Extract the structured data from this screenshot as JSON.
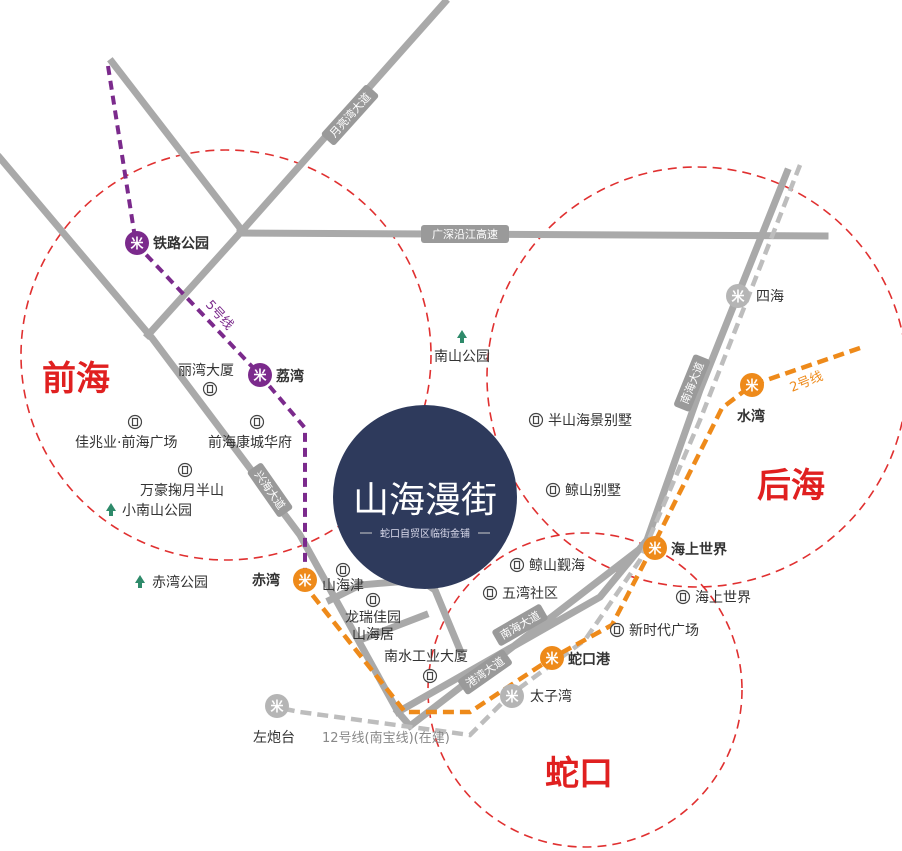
{
  "colors": {
    "line5": "#7b2a8c",
    "line2": "#ee8a1a",
    "line12": "#b5b5b5",
    "road": "#a9a9a9",
    "zone_circle": "#e03030",
    "brand_circle": "#2e3a5c",
    "park": "#2e8a6a",
    "region": "#e02020"
  },
  "regions": [
    "前海",
    "后海",
    "蛇口"
  ],
  "brand": {
    "title": "山海漫街",
    "subtitle": "蛇口自贸区临街金铺"
  },
  "roads": [
    "月亮湾大道",
    "广深沿江高速",
    "兴海大道",
    "南海大道",
    "南海大道",
    "港湾大道"
  ],
  "lines": {
    "line5": "5号线",
    "line2": "2号线",
    "line12": "12号线(南宝线)(在建)"
  },
  "stations": {
    "purple": [
      "铁路公园",
      "荔湾"
    ],
    "orange": [
      "赤湾",
      "蛇口港",
      "海上世界",
      "水湾"
    ],
    "gray": [
      "四海",
      "太子湾",
      "左炮台"
    ]
  },
  "pois": [
    "丽湾大厦",
    "佳兆业·前海广场",
    "前海康城华府",
    "万豪掬月半山",
    "半山海景别墅",
    "鲸山别墅",
    "鲸山觐海",
    "五湾社区",
    "山海津",
    "龙瑞佳园",
    "山海居",
    "南水工业大厦",
    "海上世界",
    "新时代广场"
  ],
  "parks": [
    "南山公园",
    "小南山公园",
    "赤湾公园"
  ]
}
